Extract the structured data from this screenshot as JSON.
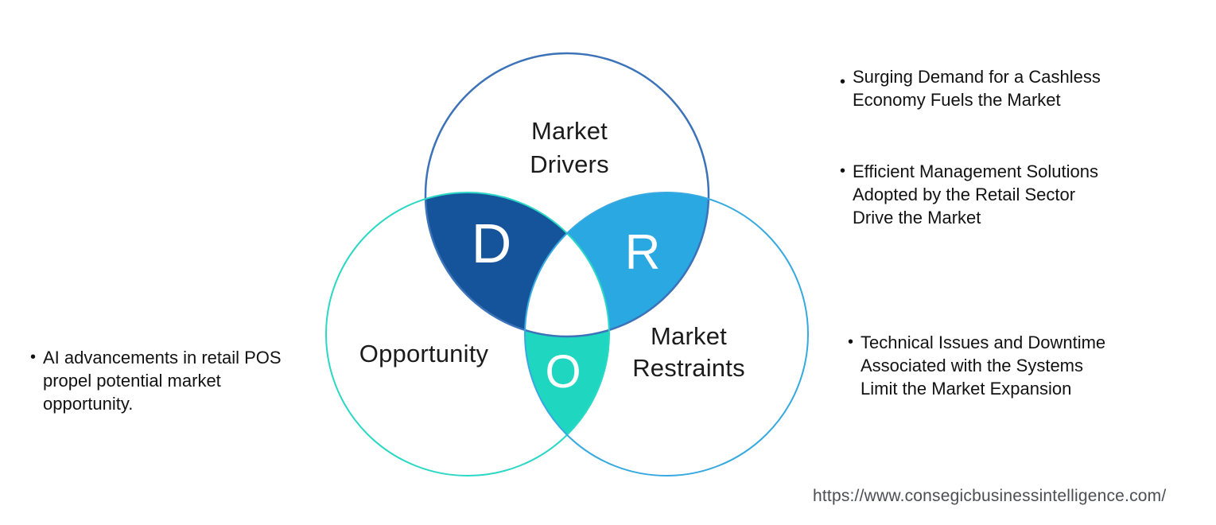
{
  "venn": {
    "circles": {
      "drivers": {
        "label": "Market\nDrivers",
        "letter": "D",
        "stroke": "#3b72b8",
        "fill": "#15549b"
      },
      "opportunity": {
        "label": "Opportunity",
        "letter": "O",
        "stroke": "#2bd7c5",
        "fill": "#1fd6c1"
      },
      "restraints": {
        "label": "Market\nRestraints",
        "letter": "R",
        "stroke": "#36a9e1",
        "fill": "#29a8e2"
      }
    },
    "center_color": "#ffffff"
  },
  "bullets": {
    "left": {
      "marker": "•",
      "text": "AI advancements in retail POS\npropel potential market\nopportunity."
    },
    "right": [
      {
        "marker": "•",
        "text": "Surging Demand for a Cashless\nEconomy Fuels the Market"
      },
      {
        "marker": "•",
        "text": "Efficient Management Solutions\nAdopted by the Retail Sector\nDrive the Market"
      },
      {
        "marker": "•",
        "text": "Technical Issues and Downtime\nAssociated with the Systems\nLimit the Market Expansion"
      }
    ]
  },
  "footer": {
    "url": "https://www.consegicbusinessintelligence.com/"
  }
}
